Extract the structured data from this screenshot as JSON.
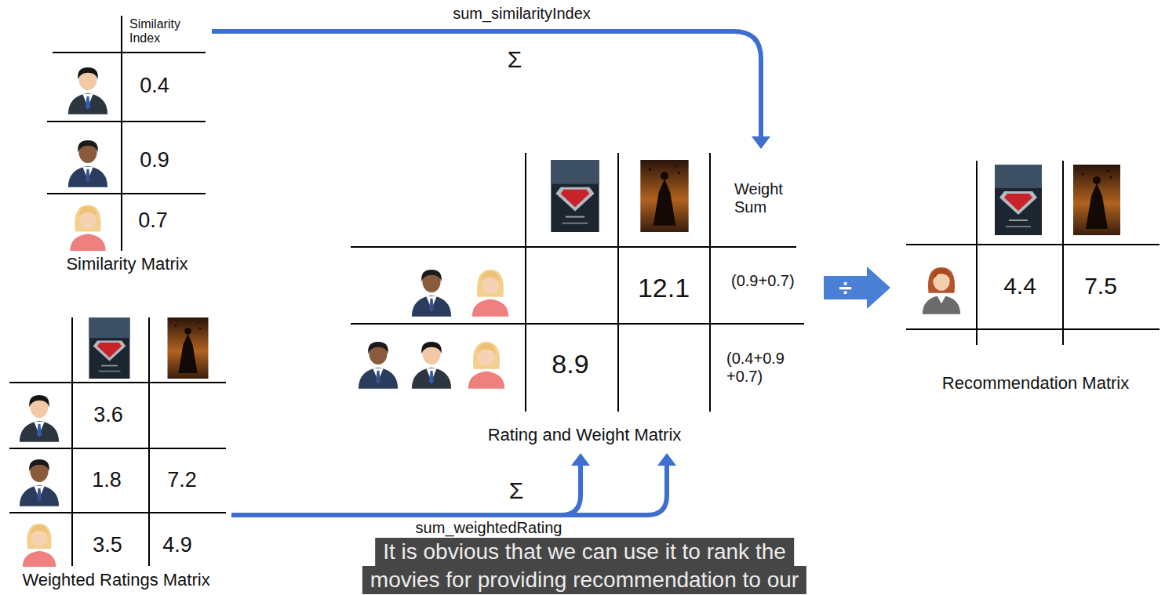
{
  "diagram": {
    "nodes": [
      {
        "text": [
          "Similarity Index",
          "0.4",
          "0.9",
          "0.7",
          "Similarity Matrix"
        ]
      },
      {
        "text": [
          "Weight Sum",
          "12.1",
          "(0.9+0.7)",
          "8.9",
          "(0.4+0.9 +0.7)",
          "Rating and Weight Matrix"
        ]
      },
      {
        "text": [
          "4.4",
          "7.5",
          "Recommendation Matrix"
        ]
      },
      {
        "text": [
          "3.6",
          "1.8",
          "7.2",
          "3.5",
          "4.9",
          "Weighted Ratings Matrix"
        ]
      }
    ],
    "edges": [
      {
        "from": 0,
        "to": 1,
        "arrow": "to",
        "label": "sum_similarityIndex"
      },
      {
        "from": 3,
        "to": 1,
        "arrow": "to",
        "label": "sum_weightedRating"
      },
      {
        "from": 1,
        "to": 2,
        "arrow": "to",
        "label": "÷"
      }
    ],
    "labels": [
      "Σ",
      "Σ",
      "It is obvious that we can use it to rank the",
      "movies for providing recommendation to our"
    ]
  }
}
